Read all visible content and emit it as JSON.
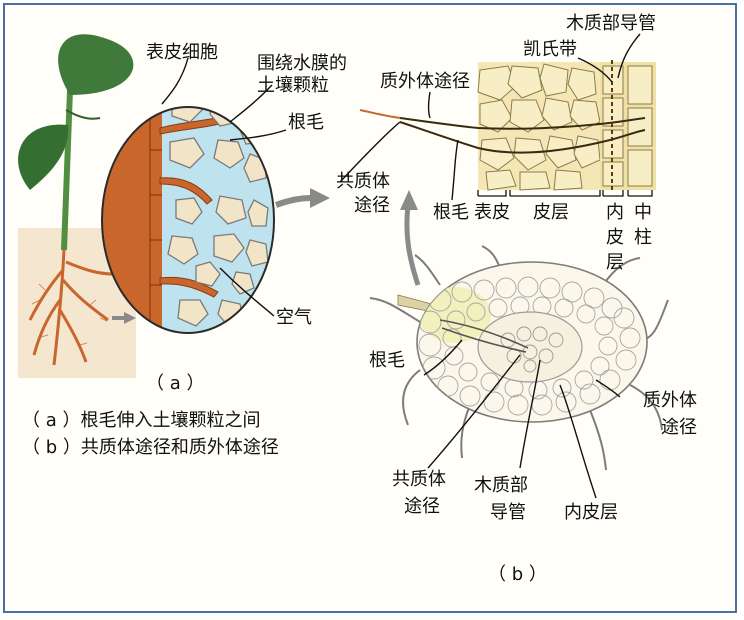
{
  "figure_a": {
    "epidermal_cell": "表皮细胞",
    "soil_particle_line1": "围绕水膜的",
    "soil_particle_line2": "土壤颗粒",
    "root_hair": "根毛",
    "air": "空气",
    "caption": "（ a ）"
  },
  "figure_top_b": {
    "xylem_vessel": "木质部导管",
    "casparian_strip": "凯氏带",
    "apoplast_pathway": "质外体途径",
    "symplast_line1": "共质体",
    "symplast_line2": "途径",
    "root_hair": "根毛",
    "epidermis": "表皮",
    "cortex": "皮层",
    "endodermis_1": "内",
    "endodermis_2": "皮",
    "endodermis_3": "层",
    "stele_1": "中",
    "stele_2": "柱"
  },
  "figure_b": {
    "root_hair": "根毛",
    "apoplast_line1": "质外体",
    "apoplast_line2": "途径",
    "symplast_line1": "共质体",
    "symplast_line2": "途径",
    "xylem_line1": "木质部",
    "xylem_line2": "导管",
    "endodermis": "内皮层",
    "caption": "（ b ）"
  },
  "legend": {
    "item_a": "（ a ）根毛伸入土壤颗粒之间",
    "item_b": "（ b ）共质体途径和质外体途径"
  },
  "colors": {
    "frame": "#4a6fa5",
    "leaf": "#3f7a3a",
    "root": "#c8662c",
    "soil_water": "#bfe3ee",
    "cell_fill": "#f4e7b5",
    "stele": "#eee2ab",
    "arrow": "#8a8a8a"
  }
}
